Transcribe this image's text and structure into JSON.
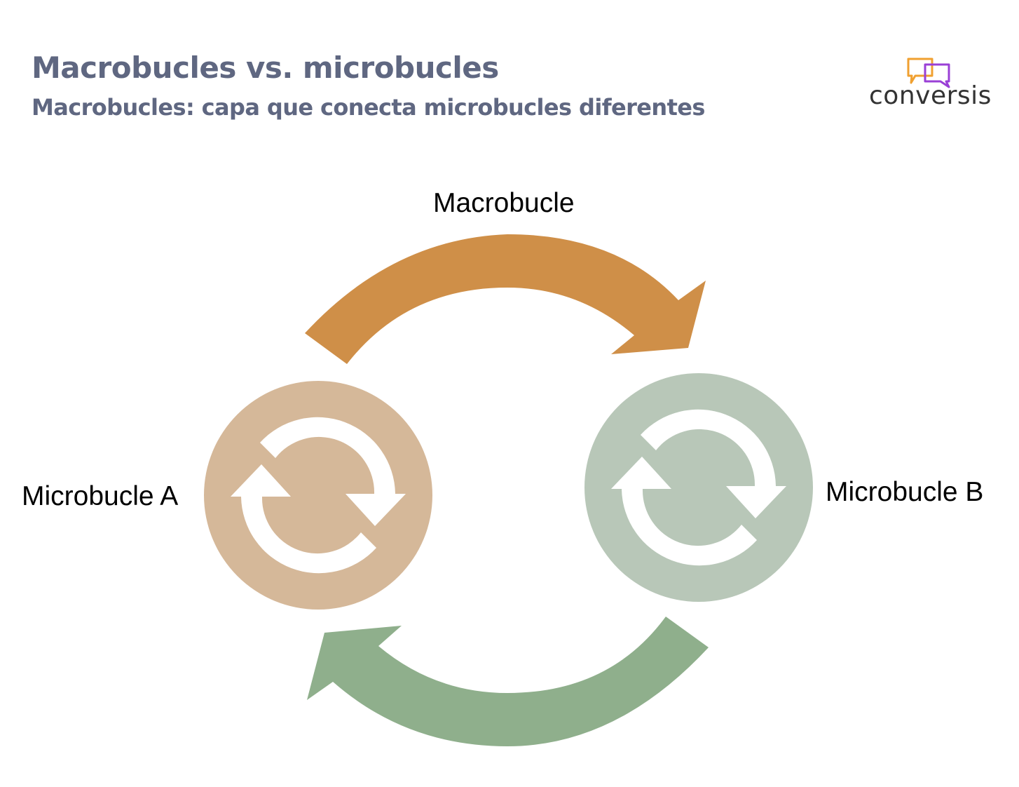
{
  "slide": {
    "title": "Macrobucles vs. microbucles",
    "subtitle": "Macrobucles: capa que conecta microbucles diferentes"
  },
  "logo": {
    "text": "conversis",
    "icon": "speech-bubbles-icon",
    "colors": {
      "bubble_back": "#f0a030",
      "bubble_front": "#9a3fd6"
    }
  },
  "diagram": {
    "macro_label": "Macrobucle",
    "micro_a_label": "Microbucle A",
    "micro_b_label": "Microbucle B",
    "colors": {
      "macro_arrow": "#cf8f48",
      "return_arrow": "#8faf8c",
      "micro_a": "#d5b899",
      "micro_b": "#b8c7b8",
      "cycle_icon": "#ffffff"
    }
  }
}
